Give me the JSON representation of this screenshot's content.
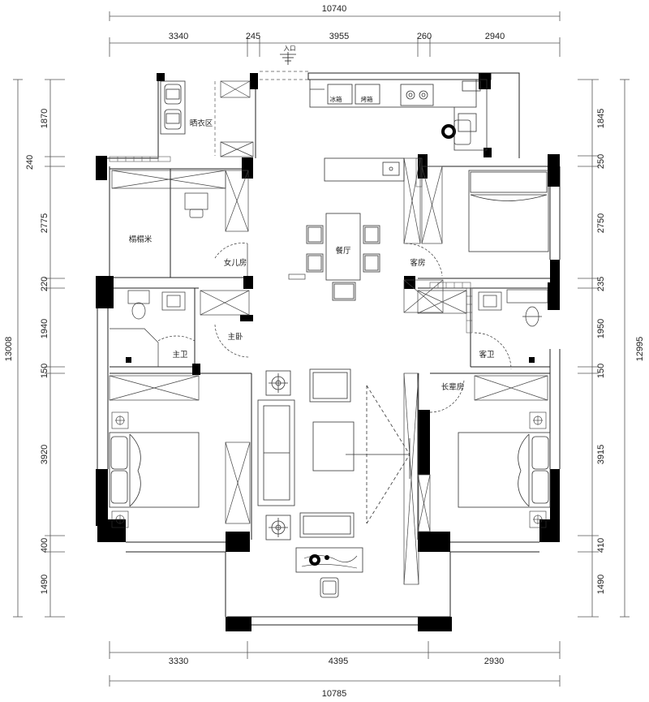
{
  "dimensions": {
    "top_total": "10740",
    "top_segments": [
      "3340",
      "245",
      "3955",
      "260",
      "2940"
    ],
    "bottom_segments": [
      "3330",
      "4395",
      "2930"
    ],
    "bottom_total": "10785",
    "left_total": "13008",
    "left_segments": [
      "1870",
      "240",
      "2775",
      "220",
      "1940",
      "150",
      "3920",
      "400",
      "1490"
    ],
    "right_segments": [
      "1845",
      "250",
      "2750",
      "235",
      "1950",
      "150",
      "3915",
      "410",
      "1490"
    ],
    "right_total": "12995"
  },
  "rooms": {
    "entrance": "入口",
    "laundry": "晒衣区",
    "fridge": "冰箱",
    "oven": "烤箱",
    "tatami": "榻榻米",
    "daughter_room": "女儿房",
    "dining": "餐厅",
    "guest_room": "客房",
    "master_bath": "主卫",
    "master_bedroom": "主卧",
    "guest_bath": "客卫",
    "elder_room": "长辈房"
  },
  "colors": {
    "wall": "#000000",
    "line": "#333333",
    "dim_line": "#555555"
  }
}
